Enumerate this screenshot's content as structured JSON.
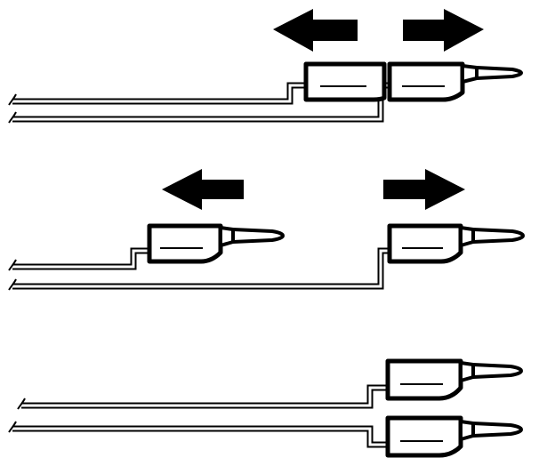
{
  "diagram": {
    "panels": [
      {
        "id": "connected",
        "arrows": [
          "left",
          "right"
        ],
        "plugs": 2,
        "state": "stacked"
      },
      {
        "id": "pulling-apart",
        "arrows": [
          "left",
          "right"
        ],
        "plugs": 2,
        "state": "separated"
      },
      {
        "id": "separated",
        "arrows": [],
        "plugs": 2,
        "state": "side-by-side"
      }
    ],
    "colors": {
      "ink": "#000000",
      "paper": "#ffffff"
    },
    "icons": [
      "arrow-left-icon",
      "arrow-right-icon",
      "banana-plug-icon",
      "cable-icon"
    ]
  }
}
